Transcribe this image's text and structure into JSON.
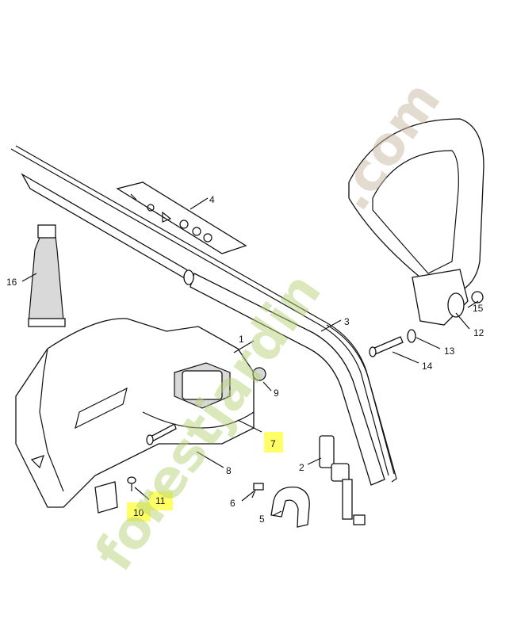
{
  "watermark": {
    "text_green": "forestjardin",
    "text_brown": ".com"
  },
  "callouts": [
    {
      "id": "1",
      "label": "1"
    },
    {
      "id": "2",
      "label": "2"
    },
    {
      "id": "3",
      "label": "3"
    },
    {
      "id": "4",
      "label": "4"
    },
    {
      "id": "5",
      "label": "5"
    },
    {
      "id": "6",
      "label": "6"
    },
    {
      "id": "7",
      "label": "7",
      "highlight": true
    },
    {
      "id": "8",
      "label": "8"
    },
    {
      "id": "9",
      "label": "9"
    },
    {
      "id": "10",
      "label": "10",
      "highlight": true
    },
    {
      "id": "11",
      "label": "11",
      "highlight": true
    },
    {
      "id": "12",
      "label": "12"
    },
    {
      "id": "13",
      "label": "13"
    },
    {
      "id": "14",
      "label": "14"
    },
    {
      "id": "15",
      "label": "15"
    },
    {
      "id": "16",
      "label": "16"
    }
  ],
  "colors": {
    "highlight": "#ffff66",
    "line": "#111111",
    "watermark_green": "#b9d27a",
    "watermark_brown": "#c9b8a0"
  }
}
